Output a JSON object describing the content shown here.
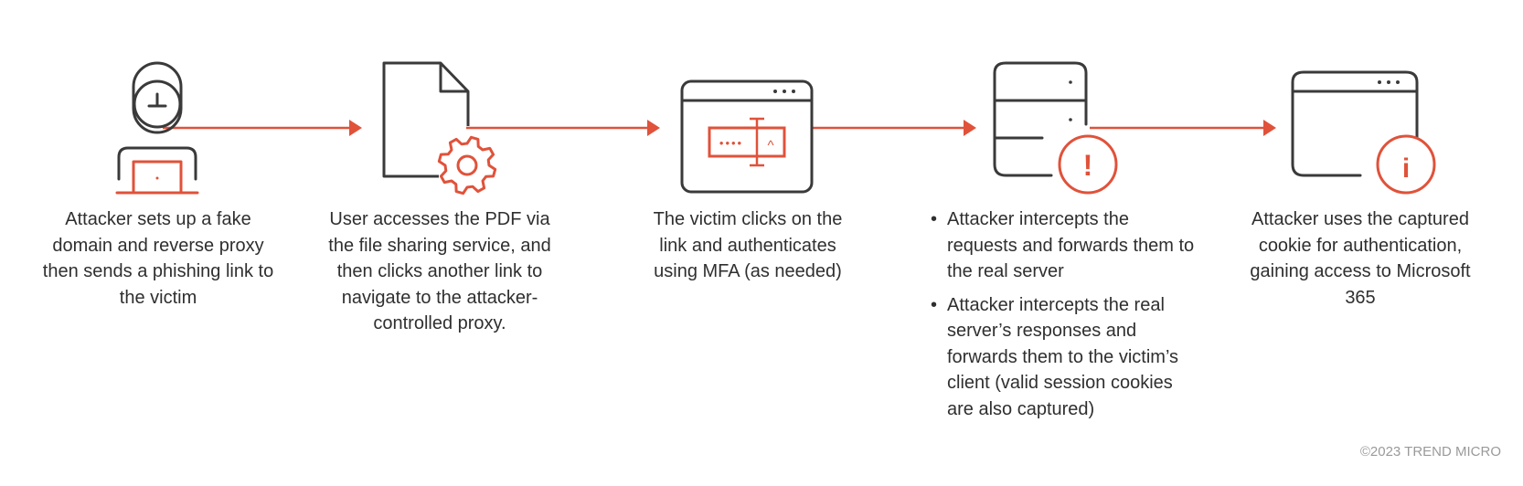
{
  "steps": [
    {
      "icon": "attacker-laptop-icon",
      "caption": "Attacker sets up a fake domain and reverse proxy then sends a phishing link to the victim"
    },
    {
      "icon": "pdf-document-gear-icon",
      "caption": "User accesses the PDF via the file sharing service, and then clicks another link to navigate to the attacker-controlled proxy."
    },
    {
      "icon": "browser-login-icon",
      "caption": "The victim clicks on the link and authenticates using MFA (as needed)"
    },
    {
      "icon": "server-alert-icon",
      "bullets": [
        "Attacker intercepts the requests and forwards them to the real server",
        "Attacker intercepts the real server’s responses and forwards them to the victim’s client (valid session cookies are also captured)"
      ]
    },
    {
      "icon": "browser-info-icon",
      "caption": "Attacker uses the captured cookie for authentication, gaining access to Microsoft 365"
    }
  ],
  "login_field": {
    "masked_value": "••••",
    "cursor_glyph": "^"
  },
  "info_glyph": "i",
  "alert_glyph": "!",
  "copyright": "©2023 TREND MICRO",
  "colors": {
    "accent": "#e0523a",
    "stroke": "#3a3a3a",
    "text": "#2f2f2f",
    "muted": "#9a9a9a"
  }
}
